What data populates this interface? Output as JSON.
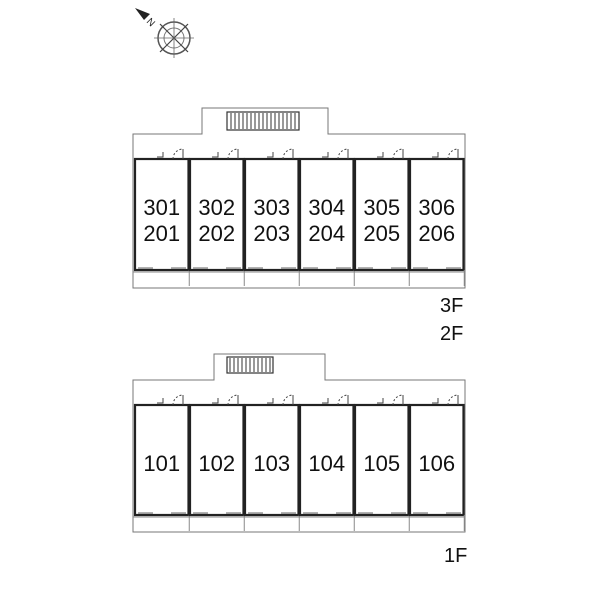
{
  "compass": {
    "north_label": "N",
    "icon": "compass-icon"
  },
  "upper_block": {
    "units": [
      {
        "top": "301",
        "bottom": "201"
      },
      {
        "top": "302",
        "bottom": "202"
      },
      {
        "top": "303",
        "bottom": "203"
      },
      {
        "top": "304",
        "bottom": "204"
      },
      {
        "top": "305",
        "bottom": "205"
      },
      {
        "top": "306",
        "bottom": "206"
      }
    ],
    "floor_labels": [
      "3F",
      "2F"
    ]
  },
  "lower_block": {
    "units": [
      "101",
      "102",
      "103",
      "104",
      "105",
      "106"
    ],
    "floor_labels": [
      "1F"
    ]
  },
  "colors": {
    "wall": "#222222",
    "outline": "#555555",
    "background": "#ffffff"
  }
}
